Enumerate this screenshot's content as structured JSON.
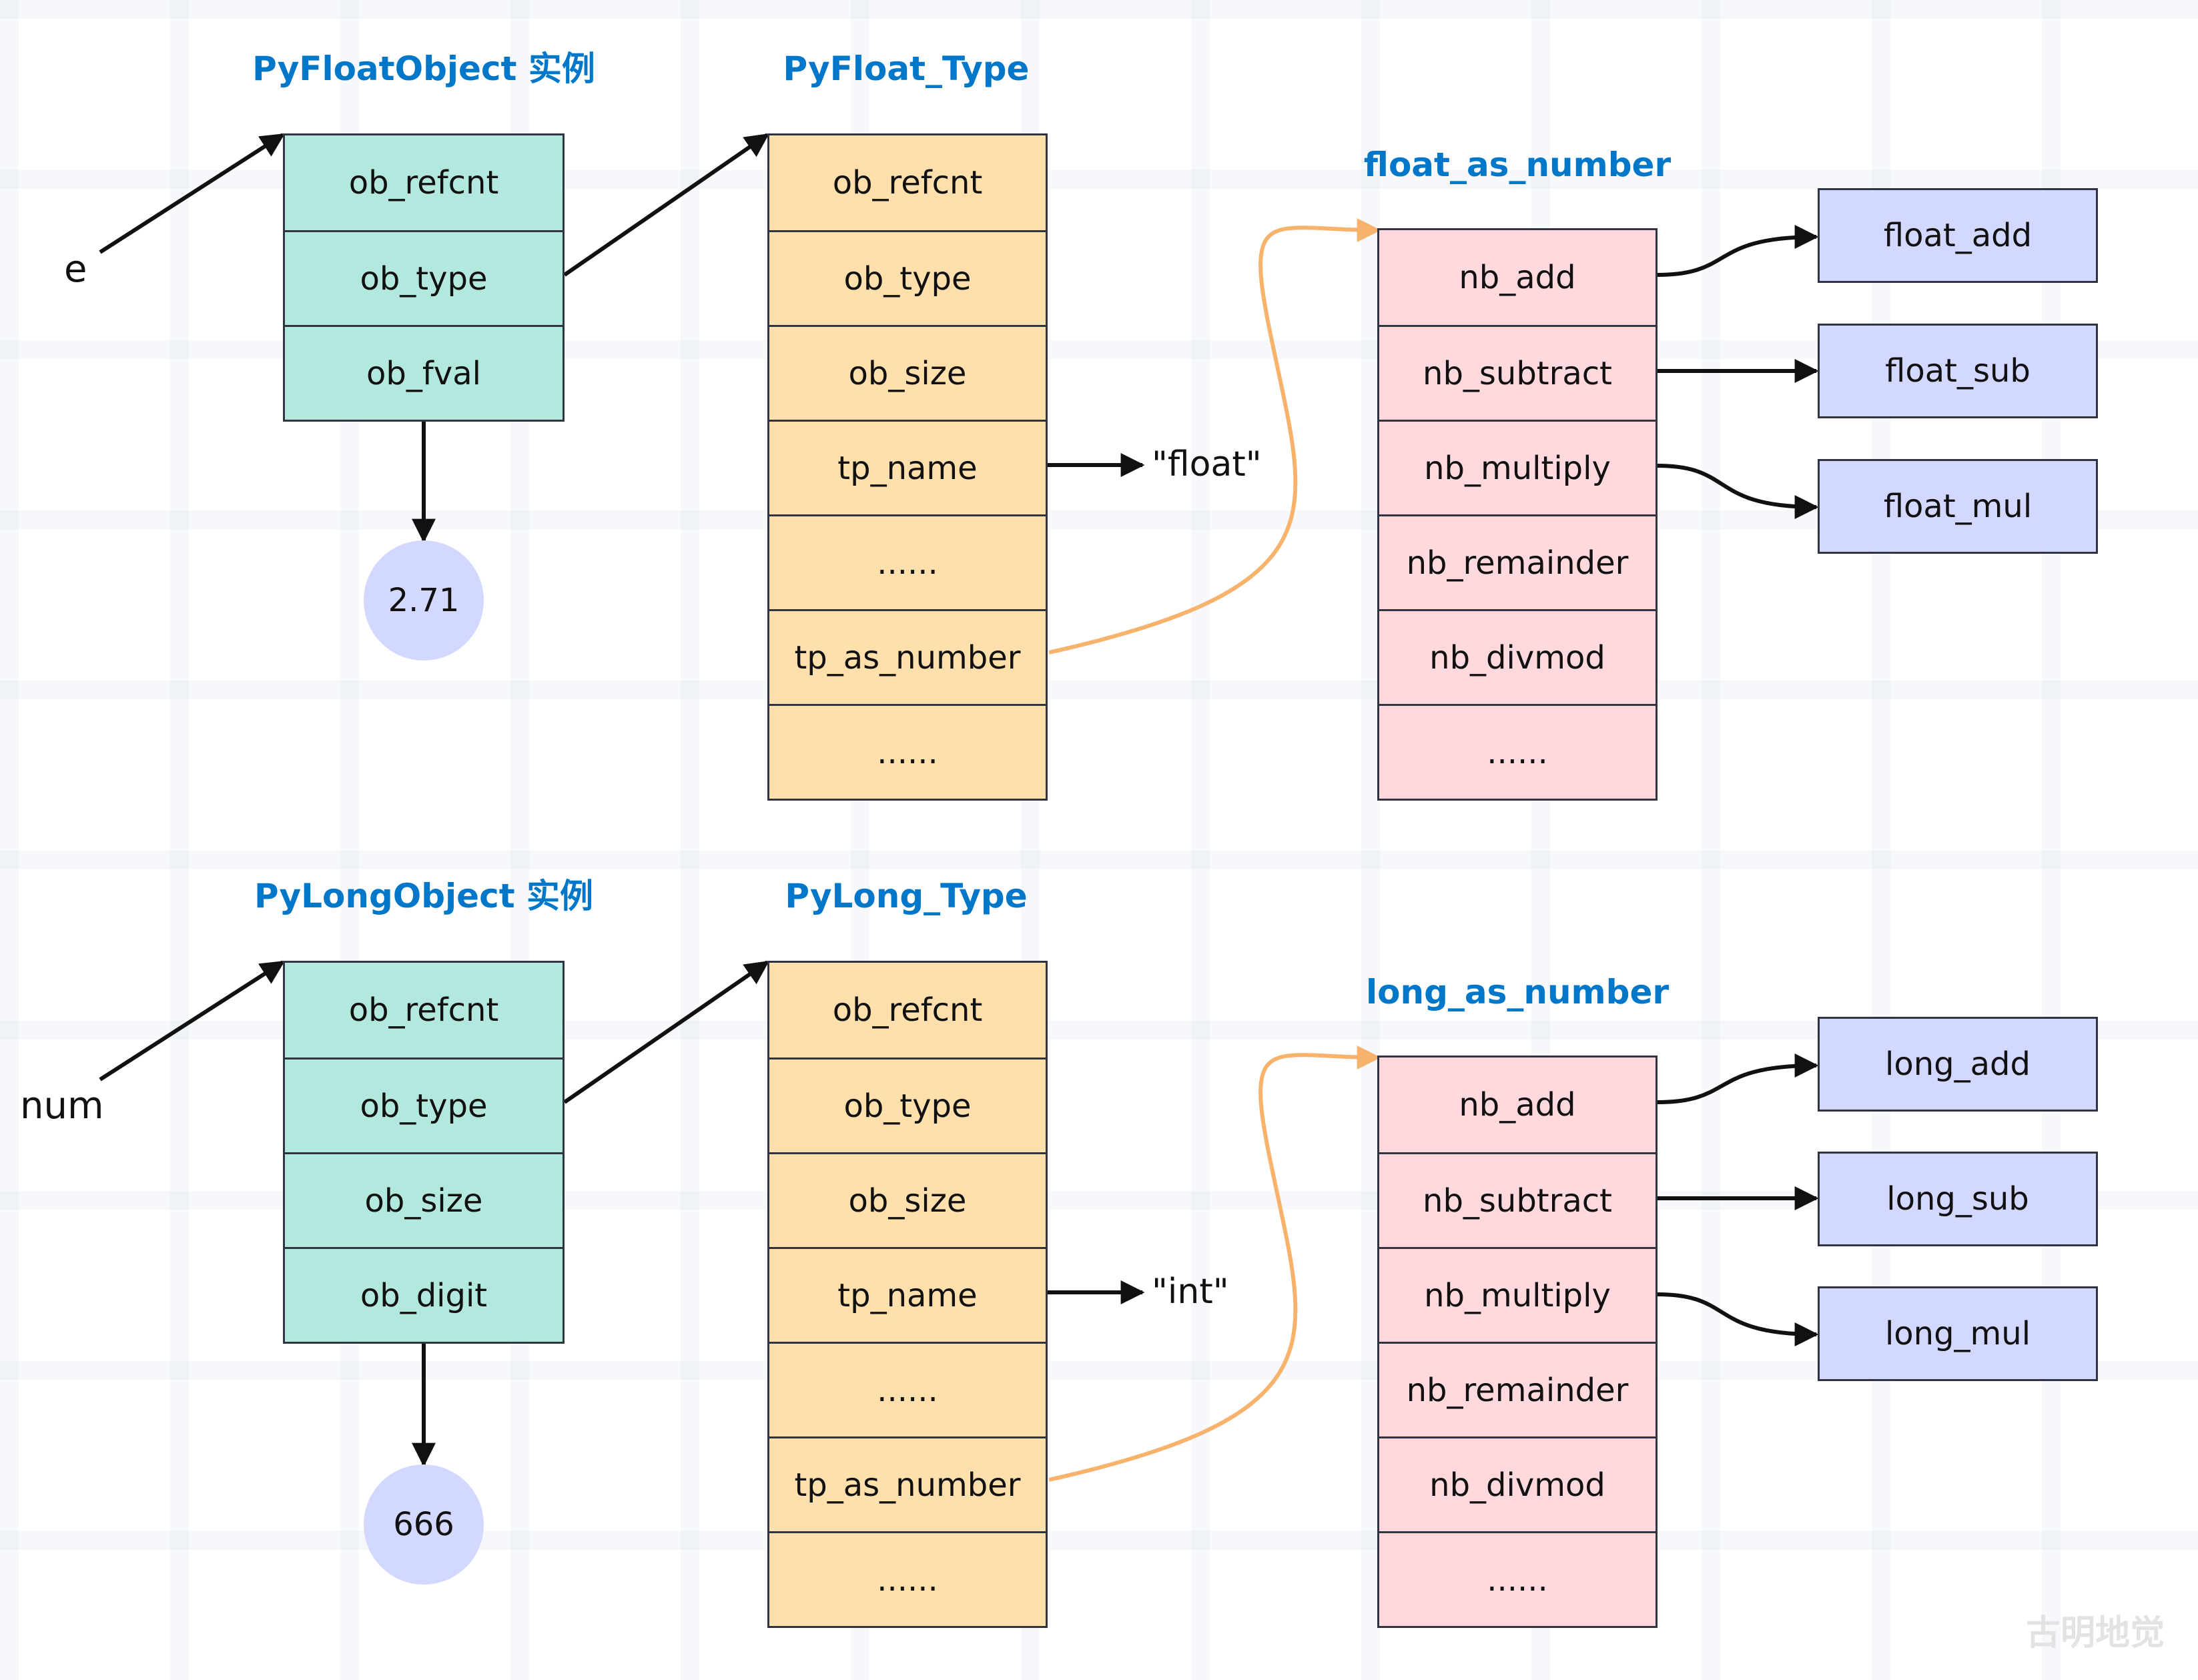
{
  "colors": {
    "title": "#0077c8",
    "instance_fill": "#b2e8dd",
    "type_fill": "#ffe0ad",
    "number_methods_fill": "#ffd9dd",
    "function_fill": "#d2d8ff",
    "value_fill": "#d2d8ff",
    "curve_stroke": "#f7b26b",
    "line_stroke": "#111111"
  },
  "float_section": {
    "variable": "e",
    "instance": {
      "title": "PyFloatObject 实例",
      "fields": [
        "ob_refcnt",
        "ob_type",
        "ob_fval"
      ],
      "value": "2.71"
    },
    "type_object": {
      "title": "PyFloat_Type",
      "fields": [
        "ob_refcnt",
        "ob_type",
        "ob_size",
        "tp_name",
        "......",
        "tp_as_number",
        "......"
      ],
      "tp_name_value": "\"float\""
    },
    "number_methods": {
      "title": "float_as_number",
      "fields": [
        "nb_add",
        "nb_subtract",
        "nb_multiply",
        "nb_remainder",
        "nb_divmod",
        "......"
      ]
    },
    "functions": [
      "float_add",
      "float_sub",
      "float_mul"
    ]
  },
  "long_section": {
    "variable": "num",
    "instance": {
      "title": "PyLongObject 实例",
      "fields": [
        "ob_refcnt",
        "ob_type",
        "ob_size",
        "ob_digit"
      ],
      "value": "666"
    },
    "type_object": {
      "title": "PyLong_Type",
      "fields": [
        "ob_refcnt",
        "ob_type",
        "ob_size",
        "tp_name",
        "......",
        "tp_as_number",
        "......"
      ],
      "tp_name_value": "\"int\""
    },
    "number_methods": {
      "title": "long_as_number",
      "fields": [
        "nb_add",
        "nb_subtract",
        "nb_multiply",
        "nb_remainder",
        "nb_divmod",
        "......"
      ]
    },
    "functions": [
      "long_add",
      "long_sub",
      "long_mul"
    ]
  },
  "watermark": "古明地觉"
}
